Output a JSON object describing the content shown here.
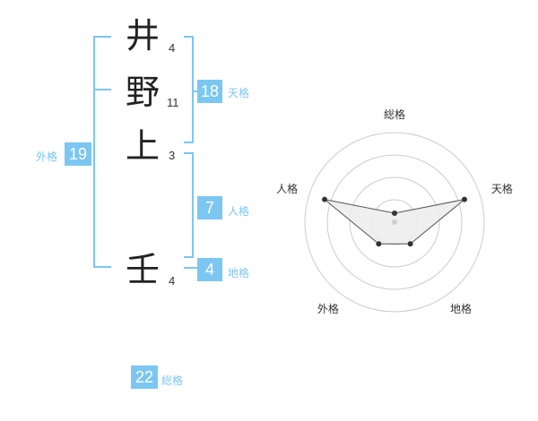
{
  "colors": {
    "accent": "#7cc6f2",
    "text": "#222222",
    "radar_line": "#555555",
    "radar_fill": "#ececec",
    "grid": "#cccccc"
  },
  "name": {
    "chars": [
      {
        "char": "井",
        "strokes": "4"
      },
      {
        "char": "野",
        "strokes": "11"
      },
      {
        "char": "上",
        "strokes": "3"
      },
      {
        "char": "壬",
        "strokes": "4"
      }
    ]
  },
  "kakusu": {
    "tenkaku": {
      "value": "18",
      "label": "天格"
    },
    "jinkaku": {
      "value": "7",
      "label": "人格"
    },
    "chikaku": {
      "value": "4",
      "label": "地格"
    },
    "gaikaku": {
      "value": "19",
      "label": "外格"
    },
    "soukaku": {
      "value": "22",
      "label": "総格"
    }
  },
  "chart_data": {
    "type": "radar",
    "axes": [
      "総格",
      "天格",
      "地格",
      "外格",
      "人格"
    ],
    "values": [
      0.1,
      0.82,
      0.3,
      0.3,
      0.82
    ],
    "rmax": 1,
    "rings": 4,
    "grid": true
  }
}
